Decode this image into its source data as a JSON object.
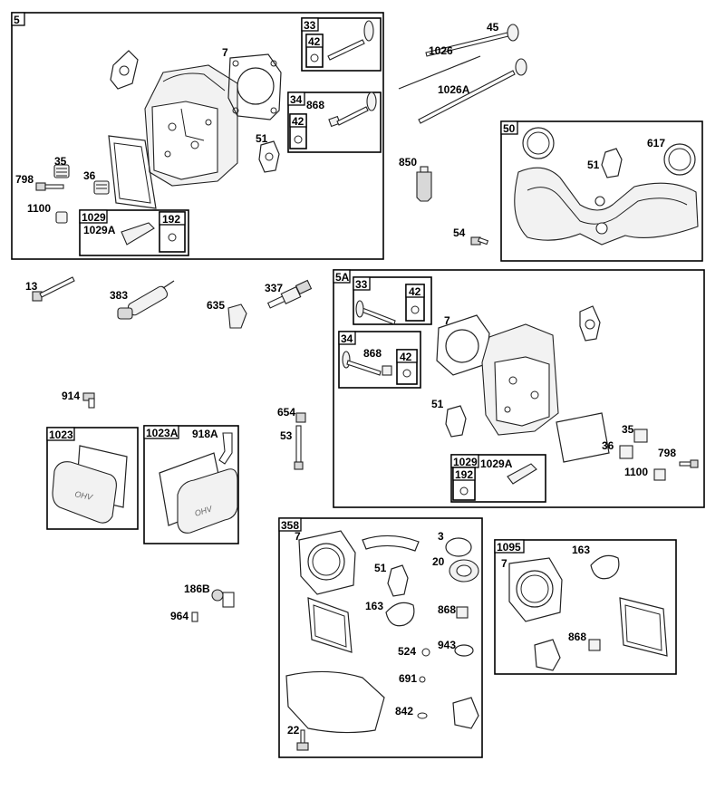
{
  "groups": {
    "g5": "5",
    "g5a": "5A",
    "g50": "50",
    "g33": "33",
    "g34": "34",
    "g42": "42",
    "g1029": "1029",
    "g192": "192",
    "g1023": "1023",
    "g1023a": "1023A",
    "g358": "358",
    "g1095": "1095"
  },
  "parts": {
    "p7": "7",
    "p868": "868",
    "p51": "51",
    "p35": "35",
    "p36": "36",
    "p798": "798",
    "p1100": "1100",
    "p1029a": "1029A",
    "p45": "45",
    "p1026": "1026",
    "p1026a": "1026A",
    "p850": "850",
    "p54": "54",
    "p617": "617",
    "p13": "13",
    "p383": "383",
    "p635": "635",
    "p337": "337",
    "p914": "914",
    "p654": "654",
    "p53": "53",
    "p918a": "918A",
    "p186b": "186B",
    "p964": "964",
    "p3": "3",
    "p20": "20",
    "p163": "163",
    "p524": "524",
    "p943": "943",
    "p691": "691",
    "p842": "842",
    "p22": "22"
  }
}
